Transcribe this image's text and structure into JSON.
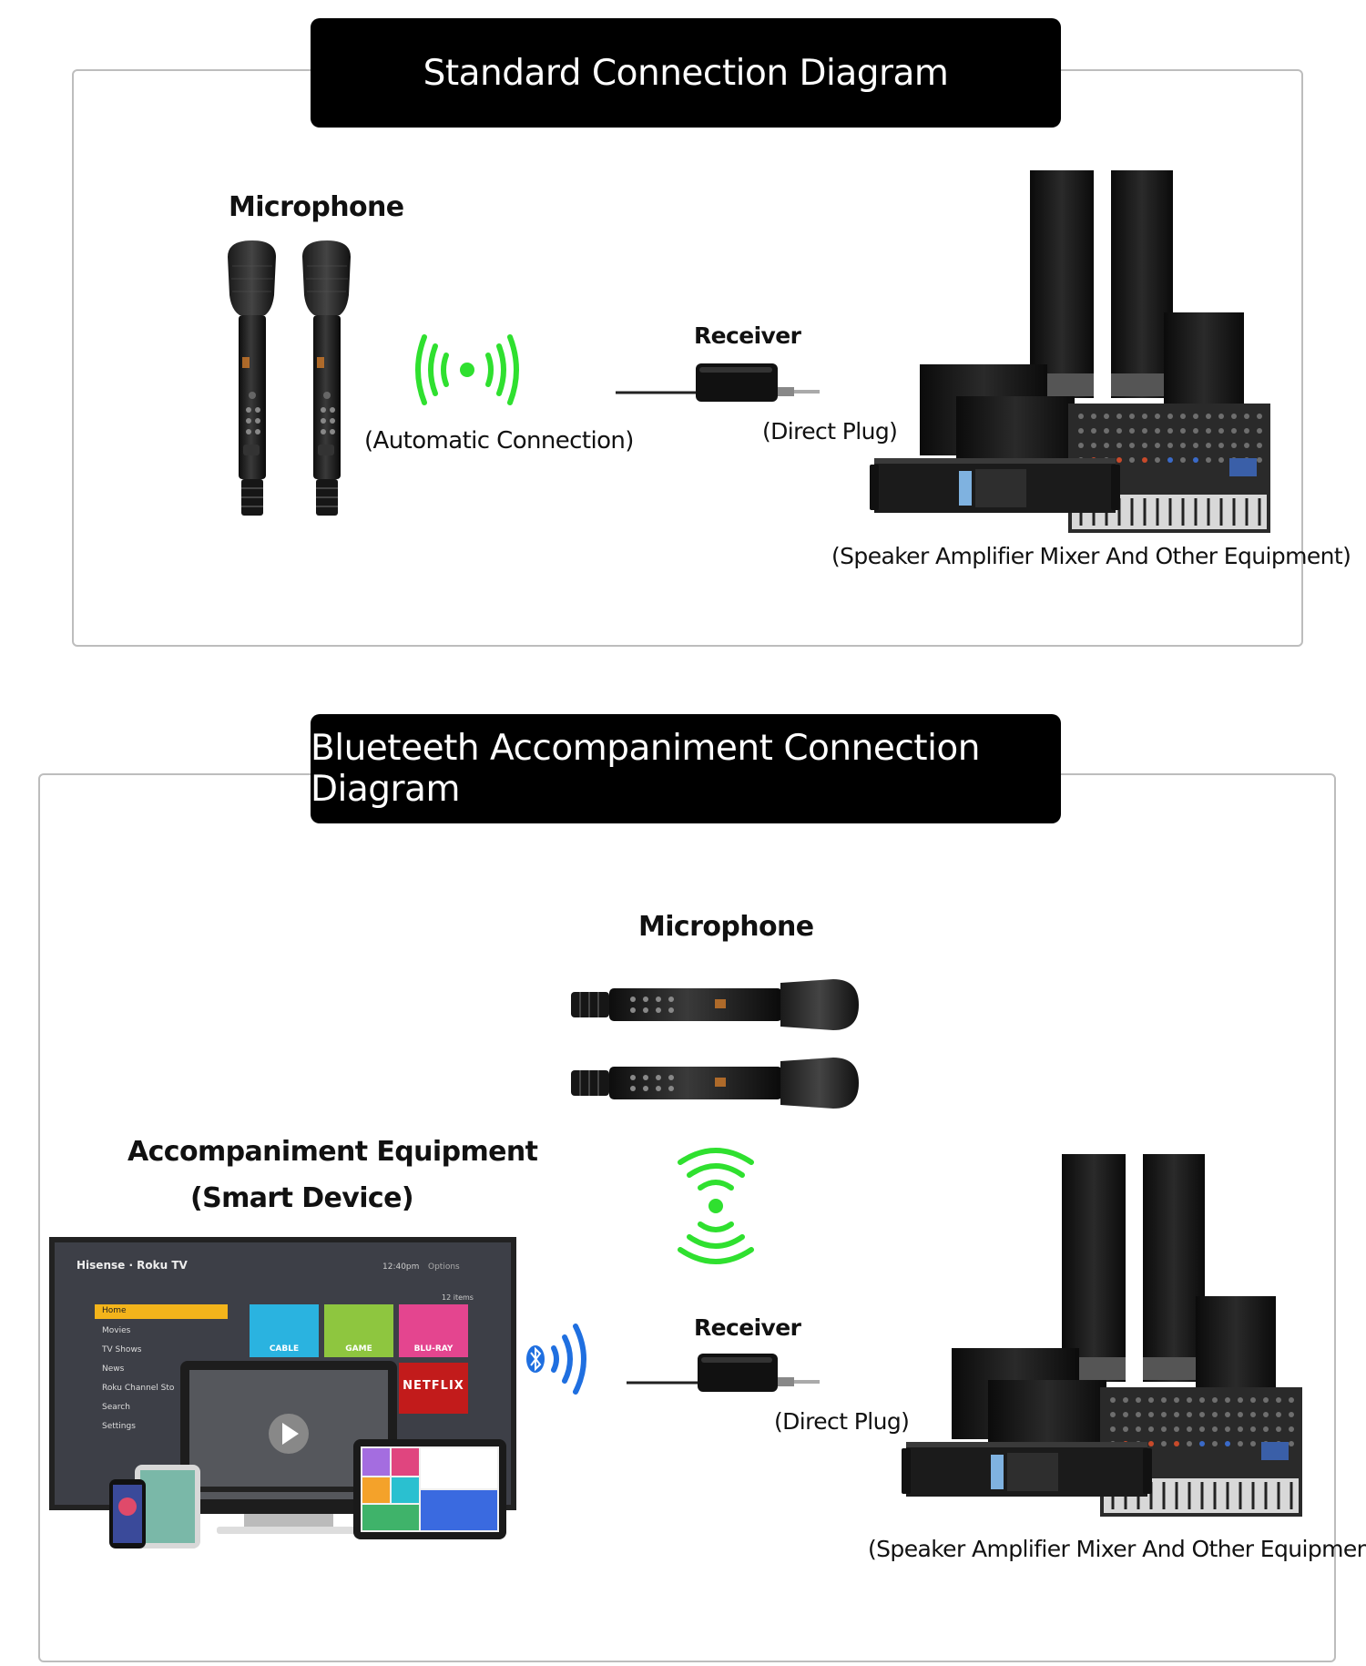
{
  "colors": {
    "signal_green": "#2fe02f",
    "bluetooth_blue": "#1f6fe0",
    "banner_bg": "#000000"
  },
  "standard": {
    "title": "Standard Connection Diagram",
    "microphone_label": "Microphone",
    "auto_connection_label": "(Automatic Connection)",
    "receiver_label": "Receiver",
    "direct_plug_label": "(Direct Plug)",
    "equipment_label": "(Speaker Amplifier Mixer And Other Equipment)"
  },
  "bluetooth": {
    "title": "Blueteeth Accompaniment Connection Diagram",
    "microphone_label": "Microphone",
    "accompaniment_label": "Accompaniment Equipment",
    "smart_device_label": "(Smart Device)",
    "receiver_label": "Receiver",
    "direct_plug_label": "(Direct Plug)",
    "equipment_label": "(Speaker Amplifier Mixer And Other Equipment)",
    "tv": {
      "brand": "Hisense · Roku TV",
      "time": "12:40pm",
      "options": "Options",
      "items_count": "12 items",
      "menu": [
        "Home",
        "Movies",
        "TV Shows",
        "News",
        "Roku Channel Sto",
        "Search",
        "Settings"
      ],
      "tiles": [
        "CABLE",
        "GAME",
        "BLU-RAY"
      ],
      "netflix": "NETFLIX"
    }
  }
}
